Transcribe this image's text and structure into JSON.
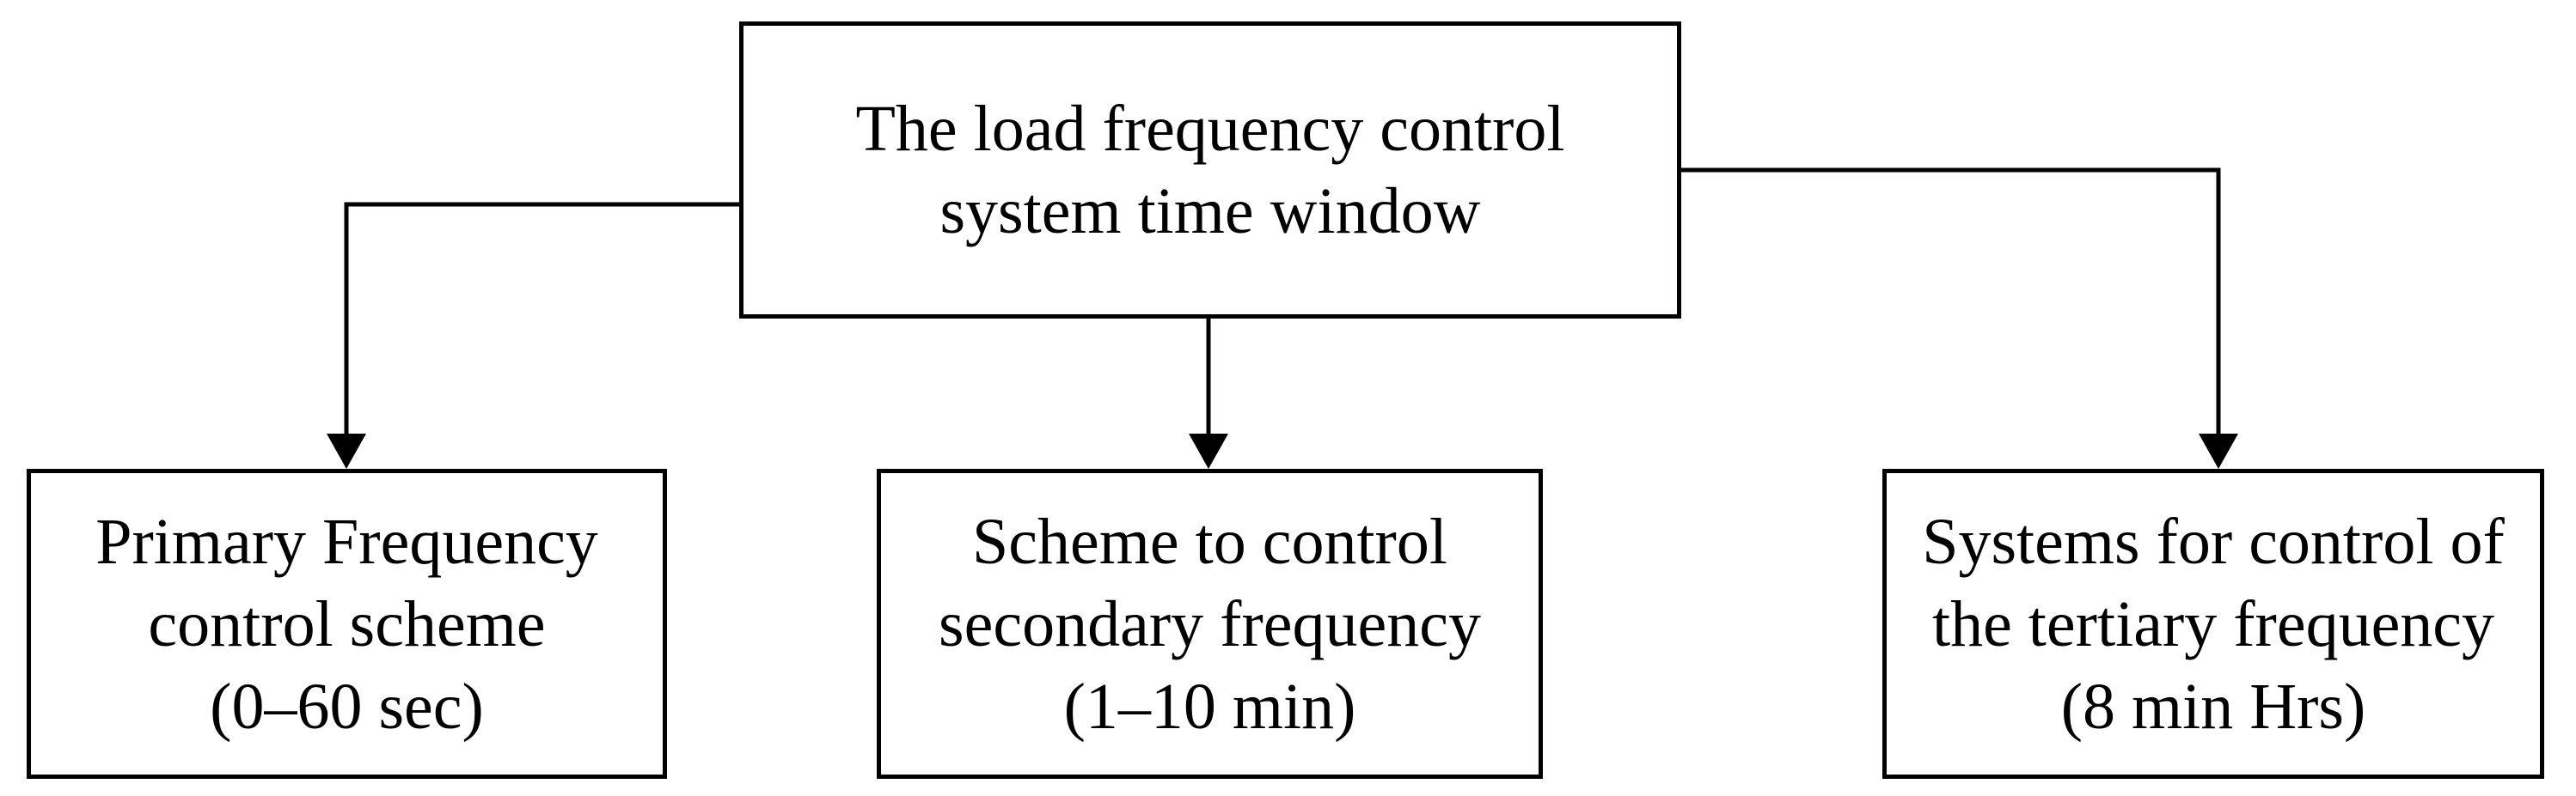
{
  "diagram": {
    "root": {
      "lines": [
        "The load frequency control",
        "system time window"
      ]
    },
    "children": [
      {
        "id": "primary",
        "lines": [
          "Primary Frequency",
          "control scheme",
          "(0–60 sec)"
        ]
      },
      {
        "id": "secondary",
        "lines": [
          "Scheme to control",
          "secondary frequency",
          "(1–10 min)"
        ]
      },
      {
        "id": "tertiary",
        "lines": [
          "Systems for control of",
          "the tertiary frequency",
          "(8 min Hrs)"
        ]
      }
    ],
    "colors": {
      "stroke": "#000000",
      "background": "#ffffff",
      "text": "#000000"
    }
  }
}
